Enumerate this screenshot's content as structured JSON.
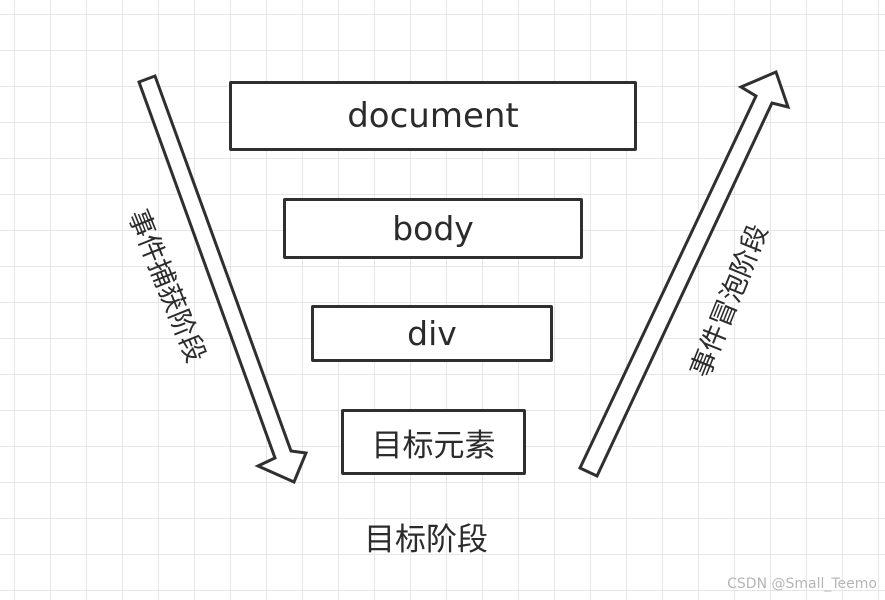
{
  "diagram": {
    "boxes": {
      "document": "document",
      "body": "body",
      "div": "div",
      "target": "目标元素"
    },
    "labels": {
      "capture_phase": "事件捕获阶段",
      "bubble_phase": "事件冒泡阶段",
      "target_phase": "目标阶段"
    },
    "colors": {
      "stroke": "#2f2f2f",
      "text": "#2b2b2b",
      "grid": "#e6e6e6"
    },
    "icons": {
      "capture_arrow": "arrow-down-icon",
      "bubble_arrow": "arrow-up-icon"
    }
  },
  "watermark": "CSDN @Small_Teemo"
}
